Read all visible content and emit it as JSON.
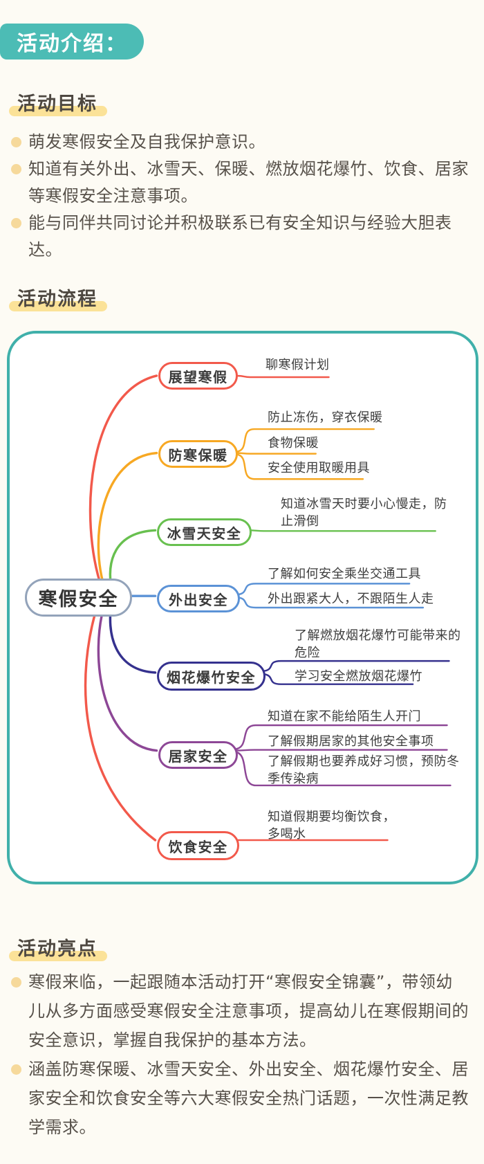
{
  "theme": {
    "background": "#fdfbf4",
    "badge_color": "#4cbcb5",
    "frame_color": "#40b0aa",
    "highlight_color": "#fbe298",
    "bullet_dot_color": "#f6d99b",
    "heading_text_color": "#4e4841",
    "body_text_color": "#57514a"
  },
  "header": {
    "badge": "活动介绍："
  },
  "sections": {
    "goals": {
      "title": "活动目标",
      "bullets": [
        [
          "萌发寒假安全及自我保护意识。"
        ],
        [
          "知道有关外出、冰雪天、保暖、燃放烟花爆竹、饮食、居家",
          "等寒假安全注意事项。"
        ],
        [
          "能与同伴共同讨论并积极联系已有安全知识与经验大胆表达。"
        ]
      ]
    },
    "flow": {
      "title": "活动流程"
    },
    "highlights": {
      "title": "活动亮点",
      "bullets": [
        [
          "寒假来临，一起跟随本活动打开“寒假安全锦囊”，带领幼",
          "儿从多方面感受寒假安全注意事项，提高幼儿在寒假期间的",
          "安全意识，掌握自我保护的基本方法。"
        ],
        [
          "涵盖防寒保暖、冰雪天安全、外出安全、烟花爆竹安全、居",
          "家安全和饮食安全等六大寒假安全热门话题，一次性满足教",
          "学需求。"
        ]
      ]
    }
  },
  "mindmap": {
    "root": "寒假安全",
    "root_border_color": "#93a3ba",
    "branches": [
      {
        "id": "outlook",
        "label": "展望寒假",
        "color": "#f2594b",
        "leaves": [
          [
            "聊寒假计划"
          ]
        ]
      },
      {
        "id": "keep-warm",
        "label": "防寒保暖",
        "color": "#f7a823",
        "leaves": [
          [
            "防止冻伤，穿衣保暖"
          ],
          [
            "食物保暖"
          ],
          [
            "安全使用取暖用具"
          ]
        ]
      },
      {
        "id": "snow-days",
        "label": "冰雪天安全",
        "color": "#68c04f",
        "leaves": [
          [
            "知道冰雪天时要小心慢走，防",
            "止滑倒"
          ]
        ]
      },
      {
        "id": "going-out",
        "label": "外出安全",
        "color": "#5b92d6",
        "leaves": [
          [
            "了解如何安全乘坐交通工具"
          ],
          [
            "外出跟紧大人，不跟陌生人走"
          ]
        ]
      },
      {
        "id": "fireworks",
        "label": "烟花爆竹安全",
        "color": "#35318e",
        "leaves": [
          [
            "了解燃放烟花爆竹可能带来的",
            "危险"
          ],
          [
            "学习安全燃放烟花爆竹"
          ]
        ]
      },
      {
        "id": "home",
        "label": "居家安全",
        "color": "#8d4796",
        "leaves": [
          [
            "知道在家不能给陌生人开门"
          ],
          [
            "了解假期居家的其他安全事项"
          ],
          [
            "了解假期也要养成好习惯，预防冬",
            "季传染病"
          ]
        ]
      },
      {
        "id": "diet",
        "label": "饮食安全",
        "color": "#f2594b",
        "leaves": [
          [
            "知道假期要均衡饮食，",
            "多喝水"
          ]
        ]
      }
    ]
  }
}
